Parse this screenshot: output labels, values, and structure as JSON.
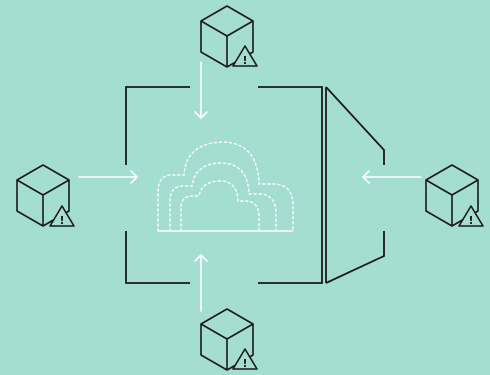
{
  "diagram": {
    "colors": {
      "background": "#a3ded0",
      "stroke": "#1a1a1a",
      "arrow": "#ffffff",
      "cloud": "#ffffff"
    },
    "nodes": [
      {
        "id": "top",
        "icon": "cube-icon",
        "badge": "warning-icon"
      },
      {
        "id": "left",
        "icon": "cube-icon",
        "badge": "warning-icon"
      },
      {
        "id": "right",
        "icon": "cube-icon",
        "badge": "warning-icon"
      },
      {
        "id": "bottom",
        "icon": "cube-icon",
        "badge": "warning-icon"
      }
    ],
    "center": {
      "icon": "cloud-stack-icon",
      "style": "dotted"
    },
    "frame": {
      "icon": "bracket-frame-icon"
    },
    "warning_glyph": "!"
  }
}
